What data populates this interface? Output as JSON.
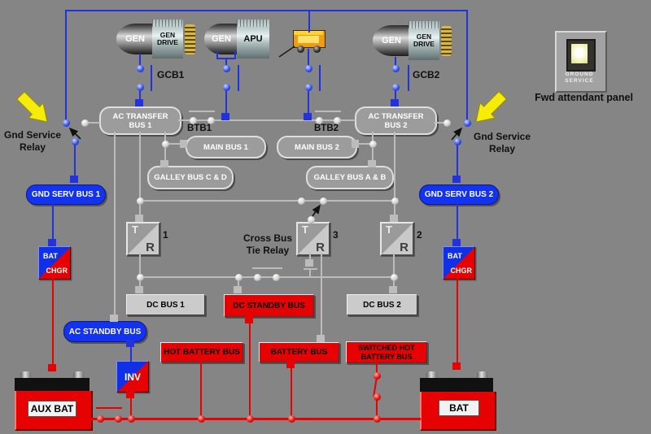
{
  "generators": {
    "gen": "GEN",
    "drive_line1": "GEN",
    "drive_line2": "DRIVE",
    "apu": "APU"
  },
  "breakers": {
    "gcb1": "GCB1",
    "gcb2": "GCB2",
    "btb1": "BTB1",
    "btb2": "BTB2"
  },
  "ac_buses": {
    "transfer1_line1": "AC TRANSFER",
    "transfer1_line2": "BUS 1",
    "transfer2_line1": "AC TRANSFER",
    "transfer2_line2": "BUS 2",
    "main1": "MAIN BUS 1",
    "main2": "MAIN BUS 2",
    "galley_cd": "GALLEY BUS C & D",
    "galley_ab": "GALLEY BUS A & B",
    "gnd_serv1": "GND SERV BUS 1",
    "gnd_serv2": "GND SERV BUS 2",
    "ac_standby": "AC STANDBY BUS"
  },
  "relays": {
    "gnd_service_line1": "Gnd Service",
    "gnd_service_line2": "Relay",
    "cross_bus_line1": "Cross Bus",
    "cross_bus_line2": "Tie Relay"
  },
  "tr": {
    "t": "T",
    "r": "R",
    "n1": "1",
    "n2": "2",
    "n3": "3"
  },
  "converters": {
    "bat": "BAT",
    "chgr": "CHGR",
    "inv": "INV"
  },
  "dc_buses": {
    "dc1": "DC BUS 1",
    "dc_standby": "DC STANDBY BUS",
    "dc2": "DC BUS 2",
    "hot": "HOT BATTERY BUS",
    "battery": "BATTERY BUS",
    "switched_line1": "SWITCHED HOT",
    "switched_line2": "BATTERY BUS"
  },
  "batteries": {
    "aux": "AUX BAT",
    "main": "BAT"
  },
  "panel": {
    "button_line1": "GROUND",
    "button_line2": "SERVICE",
    "caption": "Fwd attendant panel"
  },
  "colors": {
    "background": "#858585",
    "ac_line_blue": "#2232dd",
    "neutral_line_grey": "#bcbcbc",
    "dc_line_red": "#e60202",
    "bus_pill_blue": "#1433f0",
    "warning_yellow": "#f5ec0a"
  }
}
